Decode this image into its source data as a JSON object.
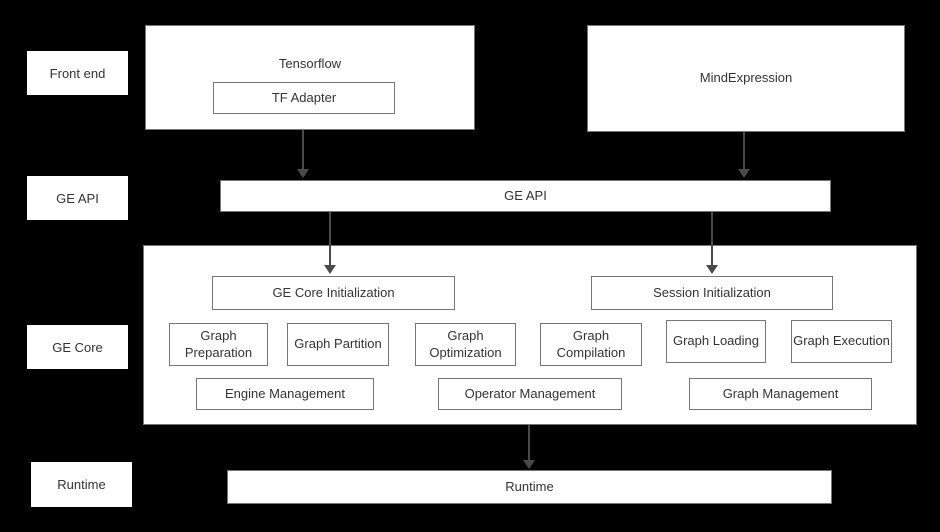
{
  "colors": {
    "bg": "#000000",
    "box_fill": "#ffffff",
    "box_border": "#757575",
    "text": "#333333",
    "arrow": "#4a4a4a"
  },
  "sidebar": {
    "front_end": "Front end",
    "ge_api": "GE API",
    "ge_core": "GE Core",
    "runtime": "Runtime"
  },
  "nodes": {
    "tensorflow": "Tensorflow",
    "tf_adapter": "TF Adapter",
    "mindexpression": "MindExpression",
    "ge_api_bar": "GE API",
    "ge_core_initialization": "GE Core Initialization",
    "session_initialization": "Session Initialization",
    "graph_preparation": "Graph Preparation",
    "graph_partition": "Graph Partition",
    "graph_optimization": "Graph Optimization",
    "graph_compilation": "Graph Compilation",
    "graph_loading": "Graph Loading",
    "graph_execution": "Graph Execution",
    "engine_management": "Engine Management",
    "operator_management": "Operator Management",
    "graph_management": "Graph Management",
    "runtime_bar": "Runtime"
  }
}
